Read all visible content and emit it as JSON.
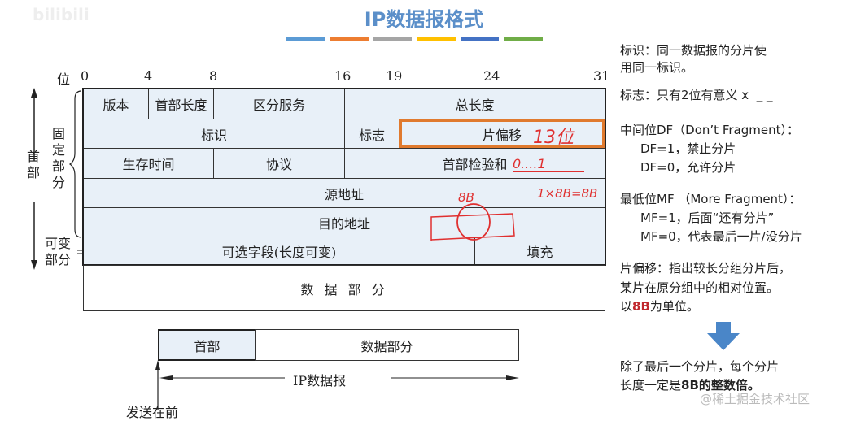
{
  "logo_text": "bilibili",
  "title": "IP数据报格式",
  "title_bar_colors": [
    "#5b9bd5",
    "#ed7d31",
    "#a5a5a5",
    "#ffc000",
    "#4472c4",
    "#70ad47"
  ],
  "bit_label": "位",
  "bits": [
    "0",
    "4",
    "8",
    "16",
    "19",
    "24",
    "31"
  ],
  "left_labels": {
    "header": "首部",
    "fixed": "固定部分",
    "variable": "可变部分"
  },
  "fields": {
    "version": "版本",
    "ihl": "首部长度",
    "ds": "区分服务",
    "total_length": "总长度",
    "identification": "标识",
    "flags": "标志",
    "fragment_offset": "片偏移",
    "ttl": "生存时间",
    "protocol": "协议",
    "checksum": "首部检验和",
    "src": "源地址",
    "dst": "目的地址",
    "options": "可选字段(长度可变)",
    "padding": "填充",
    "data": "数 据 部 分"
  },
  "handwriting": {
    "offset_note": "13位",
    "checksum_note": "0....1",
    "unit_note": "1×8B=8B",
    "b_note": "8B"
  },
  "bottom": {
    "header": "首部",
    "data": "数据部分",
    "datagram": "IP数据报",
    "send_first": "发送在前"
  },
  "notes": {
    "id_1": "标识：同一数据报的分片使",
    "id_2": "用同一标识。",
    "flag": "标志：只有2位有意义 x  _ _",
    "df_title": "中间位DF（Don’t Fragment）：",
    "df1": "DF=1，禁止分片",
    "df0": "DF=0，允许分片",
    "mf_title": "最低位MF （More Fragment）：",
    "mf1": "MF=1，后面“还有分片”",
    "mf0": "MF=0，代表最后一片/没分片",
    "fo_1": "片偏移：指出较长分组分片后，",
    "fo_2": "某片在原分组中的相对位置。",
    "fo_3a": "以",
    "fo_3b": "8B",
    "fo_3c": "为单位。",
    "concl_1": "除了最后一个分片，每个分片",
    "concl_2a": "长度一定是",
    "concl_2b": "8B的整数倍。"
  },
  "watermark": "@稀土掘金技术社区"
}
